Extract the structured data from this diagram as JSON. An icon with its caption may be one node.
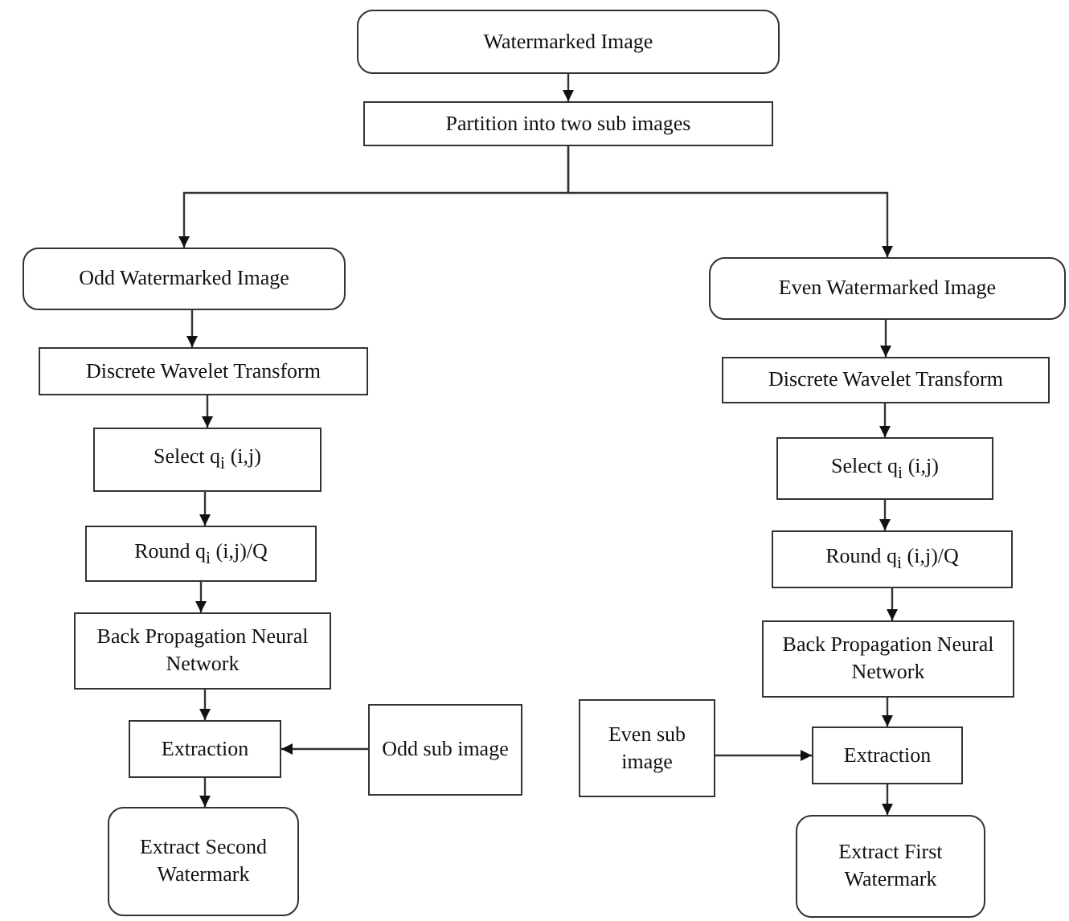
{
  "diagram": {
    "nodes": [
      {
        "text": [
          "Watermarked Image"
        ]
      },
      {
        "text": [
          "Partition into two sub images"
        ]
      },
      {
        "text": [
          "Odd Watermarked Image"
        ]
      },
      {
        "text": [
          "Discrete Wavelet Transform"
        ]
      },
      {
        "text": [
          "Select q$_{i}$ (i,j)"
        ]
      },
      {
        "text": [
          "Round q$_{i}$ (i,j)/Q"
        ]
      },
      {
        "text": [
          "Back Propagation Neural Network"
        ]
      },
      {
        "text": [
          "Extraction"
        ]
      },
      {
        "text": [
          "Odd sub image"
        ]
      },
      {
        "text": [
          "Extract Second Watermark"
        ]
      },
      {
        "text": [
          "Even Watermarked Image"
        ]
      },
      {
        "text": [
          "Discrete Wavelet Transform"
        ]
      },
      {
        "text": [
          "Select q$_{i}$ (i,j)"
        ]
      },
      {
        "text": [
          "Round q$_{i}$ (i,j)/Q"
        ]
      },
      {
        "text": [
          "Back Propagation Neural Network"
        ]
      },
      {
        "text": [
          "Extraction"
        ]
      },
      {
        "text": [
          "Even sub image"
        ]
      },
      {
        "text": [
          "Extract First Watermark"
        ]
      }
    ],
    "edges": [
      {
        "from": 0,
        "to": 1,
        "arrow": "to"
      },
      {
        "from": 1,
        "to": 2,
        "arrow": "to"
      },
      {
        "from": 1,
        "to": 10,
        "arrow": "to"
      },
      {
        "from": 2,
        "to": 3,
        "arrow": "to"
      },
      {
        "from": 3,
        "to": 4,
        "arrow": "to"
      },
      {
        "from": 4,
        "to": 5,
        "arrow": "to"
      },
      {
        "from": 5,
        "to": 6,
        "arrow": "to"
      },
      {
        "from": 6,
        "to": 7,
        "arrow": "to"
      },
      {
        "from": 8,
        "to": 7,
        "arrow": "to"
      },
      {
        "from": 7,
        "to": 9,
        "arrow": "to"
      },
      {
        "from": 10,
        "to": 11,
        "arrow": "to"
      },
      {
        "from": 11,
        "to": 12,
        "arrow": "to"
      },
      {
        "from": 12,
        "to": 13,
        "arrow": "to"
      },
      {
        "from": 13,
        "to": 14,
        "arrow": "to"
      },
      {
        "from": 14,
        "to": 15,
        "arrow": "to"
      },
      {
        "from": 16,
        "to": 15,
        "arrow": "to"
      },
      {
        "from": 15,
        "to": 17,
        "arrow": "to"
      }
    ]
  }
}
